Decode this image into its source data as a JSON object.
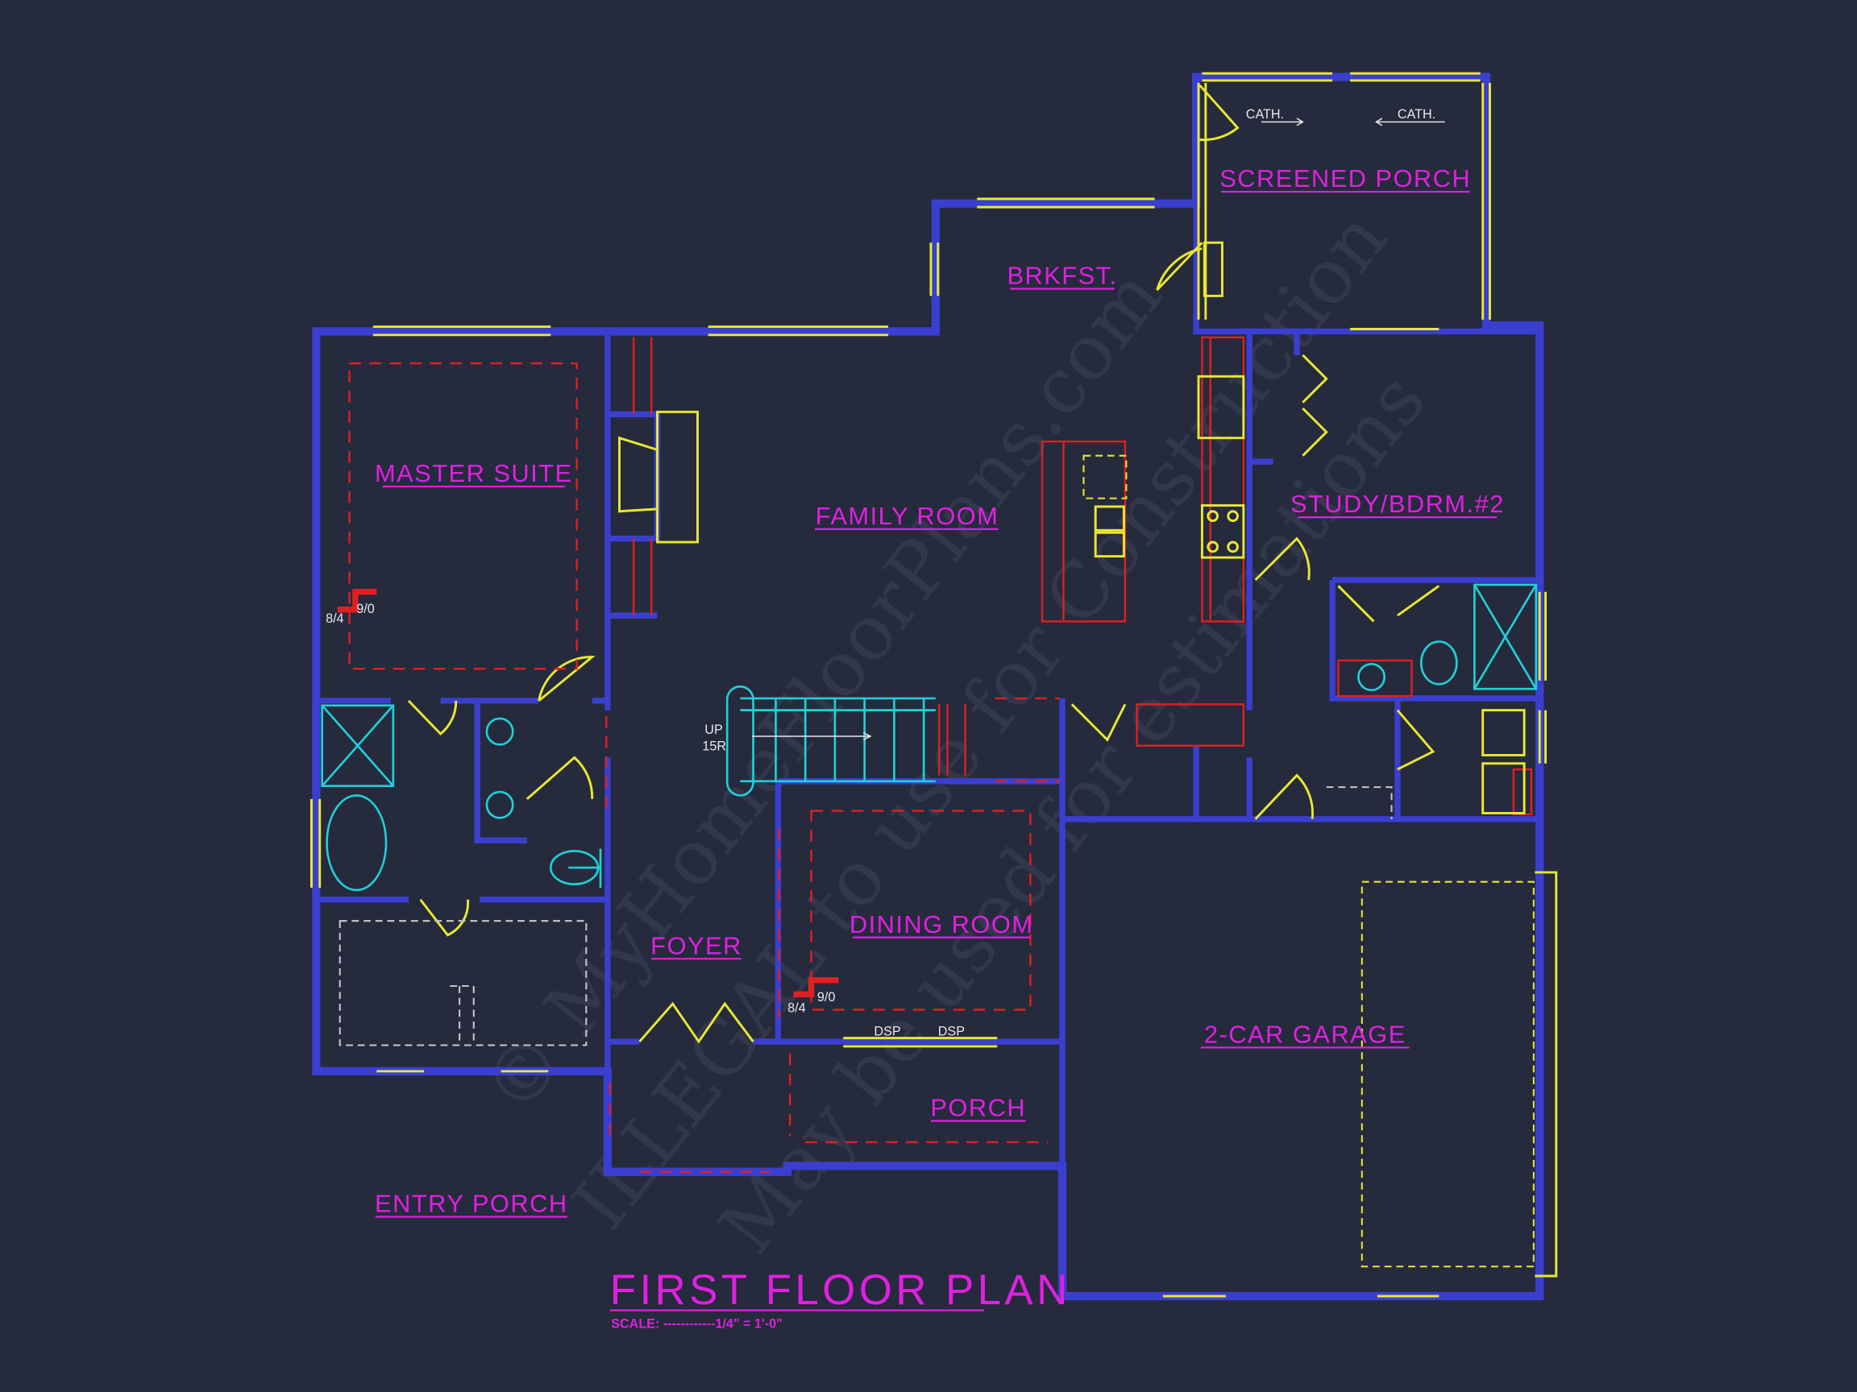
{
  "plan": {
    "title": "FIRST FLOOR PLAN",
    "scale": "SCALE: ------------1/4\" = 1'-0\""
  },
  "rooms": {
    "master_suite": "MASTER SUITE",
    "family_room": "FAMILY ROOM",
    "breakfast": "BRKFST.",
    "screened_porch": "SCREENED PORCH",
    "study": "STUDY/BDRM.#2",
    "foyer": "FOYER",
    "dining_room": "DINING ROOM",
    "garage": "2-CAR GARAGE",
    "porch": "PORCH",
    "entry_porch": "ENTRY PORCH"
  },
  "notes": {
    "cath_left": "CATH.",
    "cath_right": "CATH.",
    "master_ceiling_high": "9/0",
    "master_ceiling_low": "8/4",
    "dining_ceiling_high": "9/0",
    "dining_ceiling_low": "8/4",
    "stair_up": "UP",
    "stair_risers": "15R",
    "dsp_left": "DSP",
    "dsp_right": "DSP"
  },
  "watermark": {
    "line1": "© MyHomeFloorPlans.com",
    "line2": "ILLEGAL to use for Construction",
    "line3": "May be used for estimations"
  },
  "colors": {
    "background": "#262a3d",
    "walls": "#3a3fd0",
    "labels": "#e020e0",
    "windows_doors": "#e8e830",
    "fixtures": "#20d0d8",
    "ceiling_lines": "#e02020"
  }
}
